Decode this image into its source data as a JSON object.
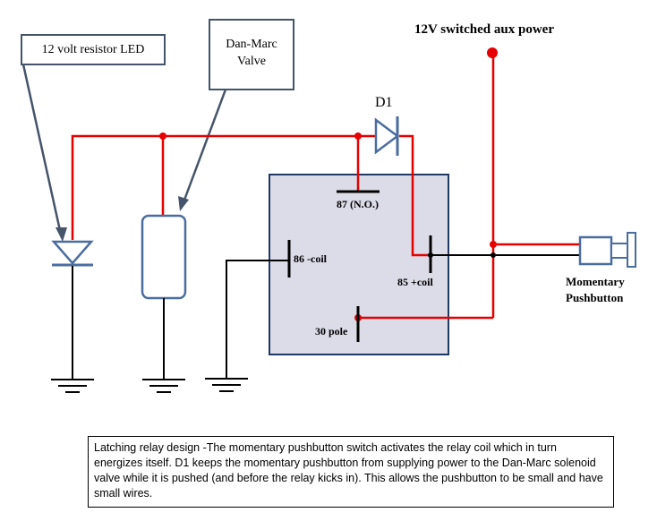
{
  "callouts": {
    "led": "12 volt resistor LED",
    "valve": "Dan-Marc Valve"
  },
  "labels": {
    "power": "12V switched aux power",
    "diode": "D1",
    "pin87": "87 (N.O.)",
    "pin86": "86 -coil",
    "pin85": "85 +coil",
    "pin30": "30 pole",
    "pushbutton": "Momentary Pushbutton"
  },
  "caption": "Latching relay design -The momentary pushbutton switch activates the relay coil which in turn energizes itself. D1 keeps the momentary pushbutton from supplying power to the Dan-Marc solenoid valve while it is pushed (and before the relay kicks in). This allows the pushbutton to be small and have small wires.",
  "colors": {
    "wire_hot": "#e60000",
    "wire_ground": "#000000",
    "relay_fill": "#dcdbe8",
    "callout_border": "#44546a",
    "led_color": "#4a6da0"
  }
}
